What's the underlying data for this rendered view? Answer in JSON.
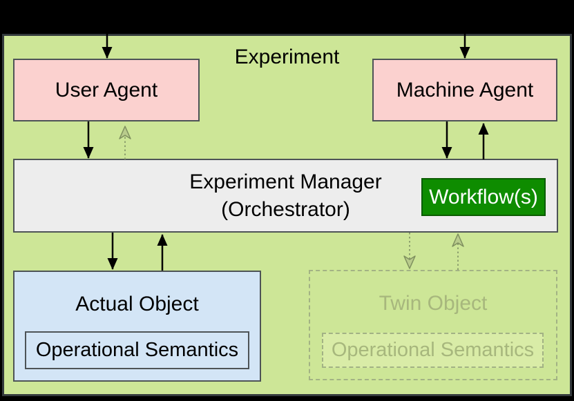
{
  "diagram": {
    "title": "Experiment",
    "nodes": {
      "user_agent": {
        "label": "User Agent"
      },
      "machine_agent": {
        "label": "Machine Agent"
      },
      "experiment_manager": {
        "label": "Experiment Manager\n(Orchestrator)"
      },
      "workflow": {
        "label": "Workflow(s)"
      },
      "actual_object": {
        "label": "Actual Object",
        "sublabel": "Operational Semantics"
      },
      "twin_object": {
        "label": "Twin Object",
        "sublabel": "Operational Semantics"
      }
    },
    "edges": [
      {
        "from": "outside-top",
        "to": "user-agent",
        "style": "solid"
      },
      {
        "from": "outside-top",
        "to": "machine-agent",
        "style": "solid"
      },
      {
        "from": "user-agent",
        "to": "experiment-manager",
        "style": "solid"
      },
      {
        "from": "experiment-manager",
        "to": "user-agent",
        "style": "dotted"
      },
      {
        "from": "machine-agent",
        "to": "experiment-manager",
        "style": "solid"
      },
      {
        "from": "experiment-manager",
        "to": "machine-agent",
        "style": "solid"
      },
      {
        "from": "experiment-manager",
        "to": "actual-object",
        "style": "solid"
      },
      {
        "from": "actual-object",
        "to": "experiment-manager",
        "style": "solid"
      },
      {
        "from": "experiment-manager",
        "to": "twin-object",
        "style": "dotted"
      },
      {
        "from": "twin-object",
        "to": "experiment-manager",
        "style": "dotted"
      }
    ]
  },
  "colors": {
    "canvas_black": "#000000",
    "diagram_bg": "#cde697",
    "diagram_border": "#343a3d",
    "agent_fill": "#fbd1cf",
    "box_border": "#4d5356",
    "manager_fill": "#ededed",
    "workflow_fill": "#0e8c00",
    "workflow_border": "#0a5c00",
    "workflow_text": "#ffffff",
    "actual_fill": "#d3e5f6",
    "twin_border": "#a2b284",
    "twin_text": "#a7b77d",
    "twin_inner_fill": "#d9eca7",
    "arrow_black": "#000000",
    "arrow_dotted": "#8da06e",
    "text_black": "#000000"
  }
}
